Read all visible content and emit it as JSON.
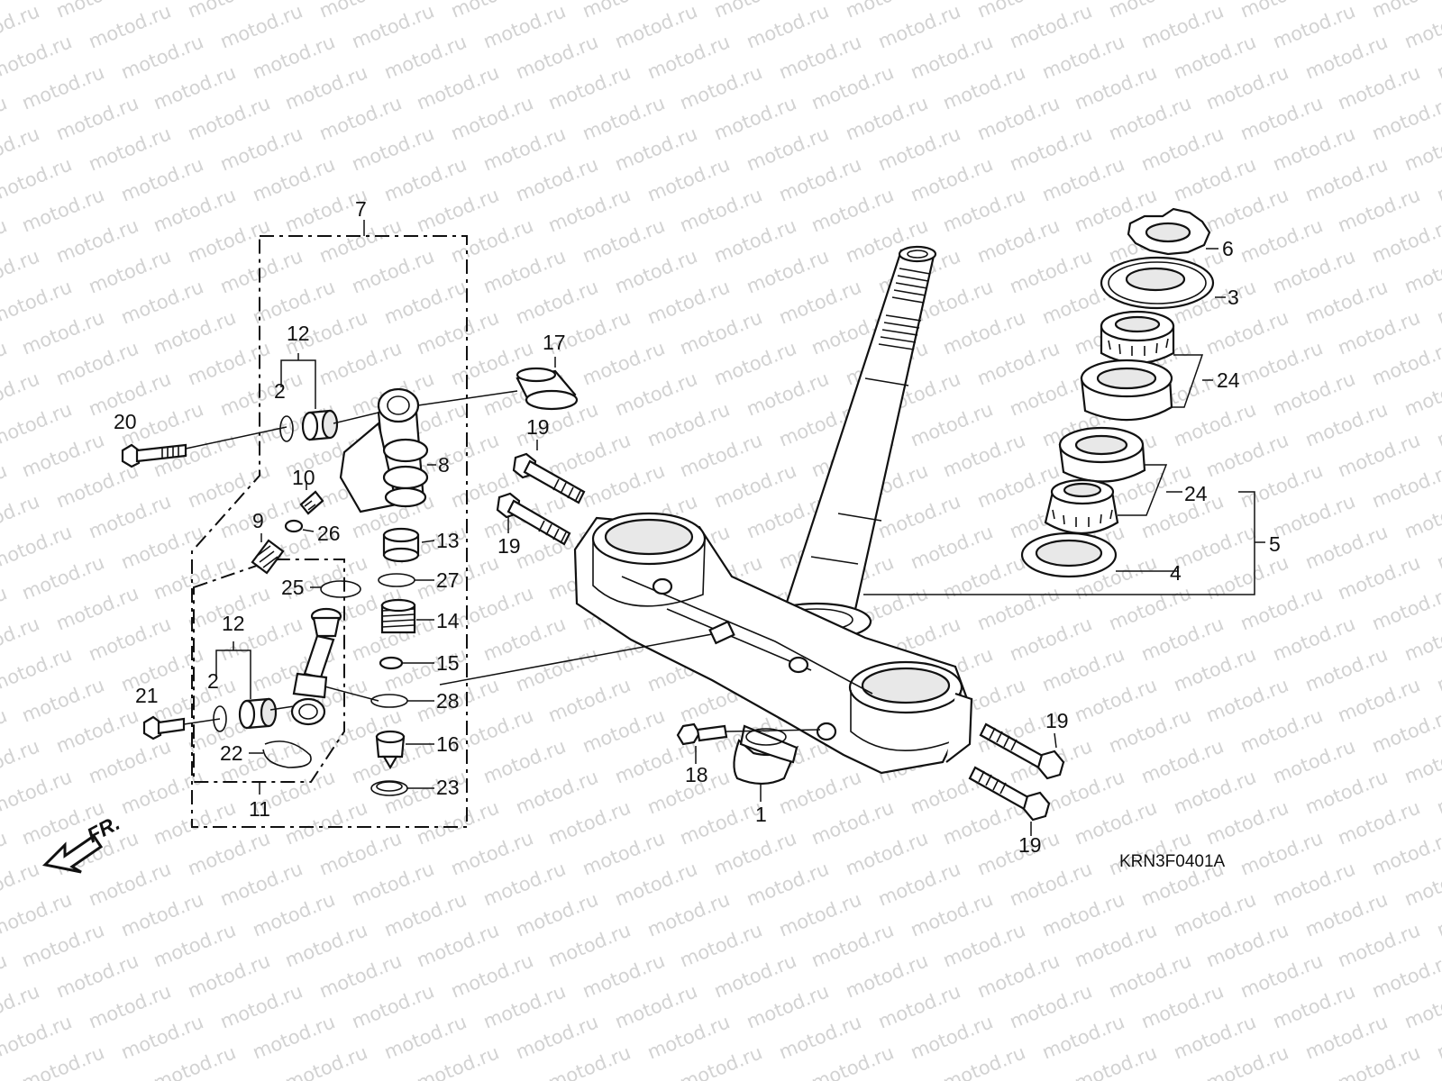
{
  "watermark": {
    "text": "motod.ru",
    "color": "#d2d2d2"
  },
  "diagram_code": "KRN3F0401A",
  "direction_label": "FR.",
  "callouts": {
    "p1": "1",
    "p2a": "2",
    "p2b": "2",
    "p3": "3",
    "p4": "4",
    "p5": "5",
    "p6": "6",
    "p7": "7",
    "p8": "8",
    "p9": "9",
    "p10": "10",
    "p11": "11",
    "p12a": "12",
    "p12b": "12",
    "p13": "13",
    "p14": "14",
    "p15": "15",
    "p16": "16",
    "p17": "17",
    "p18": "18",
    "p19a": "19",
    "p19b": "19",
    "p19c": "19",
    "p19d": "19",
    "p20": "20",
    "p21": "21",
    "p22": "22",
    "p23": "23",
    "p24a": "24",
    "p24b": "24",
    "p25": "25",
    "p26": "26",
    "p27": "27",
    "p28": "28"
  },
  "icons": {
    "direction": "arrow-left-down-icon"
  },
  "colors": {
    "ink": "#111111",
    "paper": "#ffffff"
  }
}
